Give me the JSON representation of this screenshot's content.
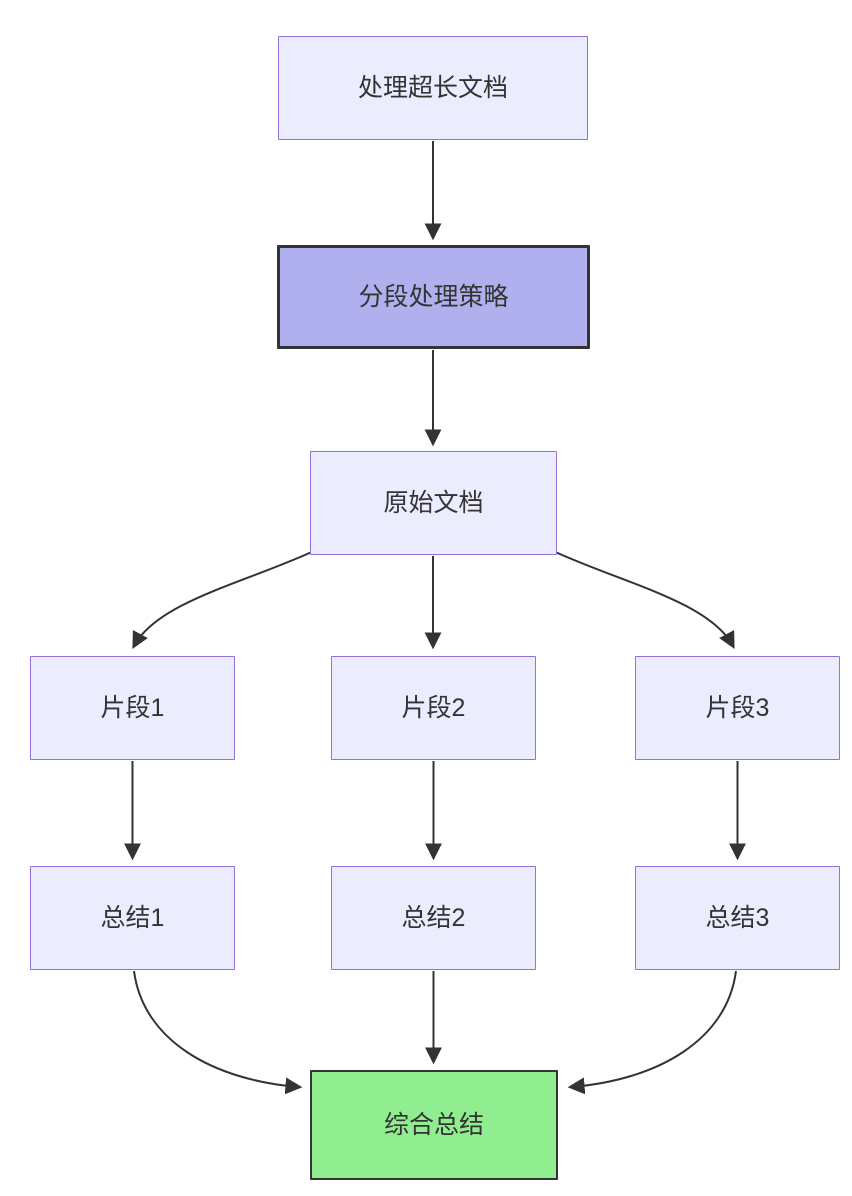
{
  "colors": {
    "node_fill": "#ECECFF",
    "node_border": "#9370DB",
    "highlight_fill": "#B0B0EE",
    "highlight_border": "#333333",
    "success_fill": "#90EE90",
    "success_border": "#333333",
    "text": "#333333",
    "edge": "#333333",
    "background": "#FFFFFF"
  },
  "diagram": {
    "type": "flowchart",
    "direction": "top-down",
    "nodes": [
      {
        "id": "process-long-doc",
        "label": "处理超长文档",
        "style": "default"
      },
      {
        "id": "segment-strategy",
        "label": "分段处理策略",
        "style": "highlight"
      },
      {
        "id": "original-doc",
        "label": "原始文档",
        "style": "default"
      },
      {
        "id": "fragment-1",
        "label": "片段1",
        "style": "default"
      },
      {
        "id": "fragment-2",
        "label": "片段2",
        "style": "default"
      },
      {
        "id": "fragment-3",
        "label": "片段3",
        "style": "default"
      },
      {
        "id": "summary-1",
        "label": "总结1",
        "style": "default"
      },
      {
        "id": "summary-2",
        "label": "总结2",
        "style": "default"
      },
      {
        "id": "summary-3",
        "label": "总结3",
        "style": "default"
      },
      {
        "id": "final-summary",
        "label": "综合总结",
        "style": "success"
      }
    ],
    "edges": [
      {
        "from": "process-long-doc",
        "to": "segment-strategy"
      },
      {
        "from": "segment-strategy",
        "to": "original-doc"
      },
      {
        "from": "original-doc",
        "to": "fragment-1"
      },
      {
        "from": "original-doc",
        "to": "fragment-2"
      },
      {
        "from": "original-doc",
        "to": "fragment-3"
      },
      {
        "from": "fragment-1",
        "to": "summary-1"
      },
      {
        "from": "fragment-2",
        "to": "summary-2"
      },
      {
        "from": "fragment-3",
        "to": "summary-3"
      },
      {
        "from": "summary-1",
        "to": "final-summary"
      },
      {
        "from": "summary-2",
        "to": "final-summary"
      },
      {
        "from": "summary-3",
        "to": "final-summary"
      }
    ]
  }
}
